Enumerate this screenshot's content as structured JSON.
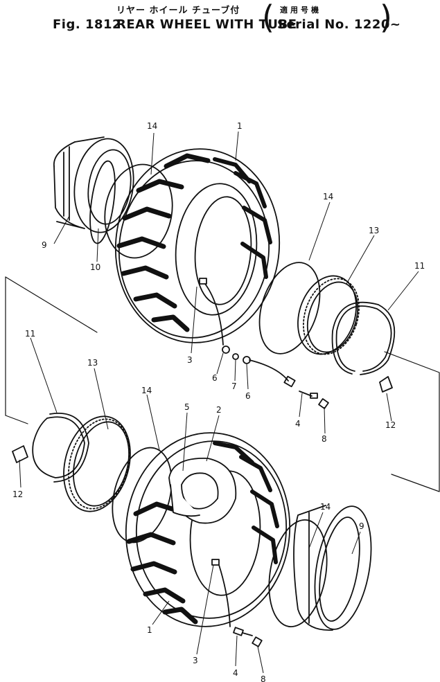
{
  "header": {
    "jp_title": "リヤー ホイール チューブ付",
    "jp_serial": "適用号機",
    "fig_label": "Fig. 1812",
    "title": "REAR WHEEL WITH TUBE",
    "serial": "Serial No. 1220~"
  },
  "callouts": [
    {
      "id": "c-1a",
      "label": "1"
    },
    {
      "id": "c-14a",
      "label": "14"
    },
    {
      "id": "c-9a",
      "label": "9"
    },
    {
      "id": "c-10",
      "label": "10"
    },
    {
      "id": "c-14b",
      "label": "14"
    },
    {
      "id": "c-13a",
      "label": "13"
    },
    {
      "id": "c-11a",
      "label": "11"
    },
    {
      "id": "c-3a",
      "label": "3"
    },
    {
      "id": "c-6a",
      "label": "6"
    },
    {
      "id": "c-7",
      "label": "7"
    },
    {
      "id": "c-6b",
      "label": "6"
    },
    {
      "id": "c-4a",
      "label": "4"
    },
    {
      "id": "c-8a",
      "label": "8"
    },
    {
      "id": "c-12a",
      "label": "12"
    },
    {
      "id": "c-11b",
      "label": "11"
    },
    {
      "id": "c-13b",
      "label": "13"
    },
    {
      "id": "c-14c",
      "label": "14"
    },
    {
      "id": "c-5",
      "label": "5"
    },
    {
      "id": "c-2",
      "label": "2"
    },
    {
      "id": "c-12b",
      "label": "12"
    },
    {
      "id": "c-14d",
      "label": "14"
    },
    {
      "id": "c-9b",
      "label": "9"
    },
    {
      "id": "c-1b",
      "label": "1"
    },
    {
      "id": "c-3b",
      "label": "3"
    },
    {
      "id": "c-4b",
      "label": "4"
    },
    {
      "id": "c-8b",
      "label": "8"
    }
  ],
  "colors": {
    "ink": "#111111",
    "paper": "#ffffff"
  }
}
